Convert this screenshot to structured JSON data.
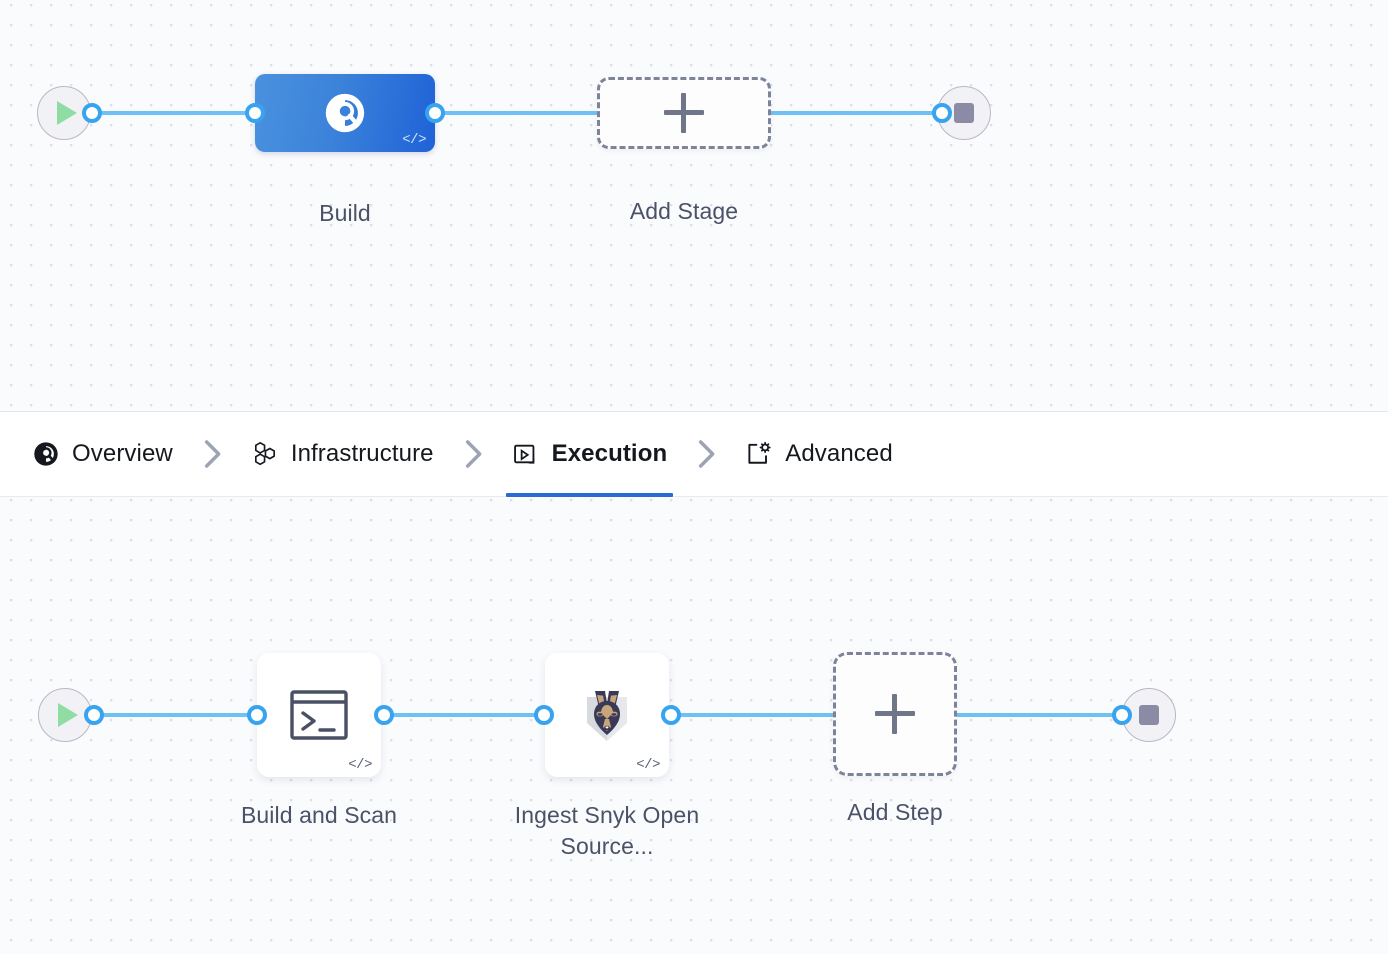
{
  "theme": {
    "canvas_bg": "#fafbfd",
    "grid_dot": "#dcdfe8",
    "wire": "#6fc1f5",
    "port_ring": "#38a4ef",
    "stage_node_from": "#4a92de",
    "stage_node_to": "#1f62d7",
    "active_tab_underline": "#2a6ad4",
    "label_text": "#4b5167",
    "start_play": "#8fdda4",
    "stop_square": "#8b8ba6"
  },
  "stage_row": {
    "start_node": {
      "icon": "play-icon",
      "label": ""
    },
    "stages": [
      {
        "name": "Build",
        "icon": "ci-build-icon",
        "badge": "</>",
        "selected": true
      }
    ],
    "add_stage": {
      "label": "Add Stage",
      "icon": "plus-icon"
    },
    "end_node": {
      "icon": "stop-icon"
    }
  },
  "tabs": {
    "items": [
      {
        "label": "Overview",
        "icon": "ci-build-icon",
        "active": false
      },
      {
        "label": "Infrastructure",
        "icon": "hexagons-icon",
        "active": false
      },
      {
        "label": "Execution",
        "icon": "play-box-icon",
        "active": true
      },
      {
        "label": "Advanced",
        "icon": "card-gear-icon",
        "active": false
      }
    ],
    "separator_icon": "chevron-right-icon"
  },
  "step_row": {
    "start_node": {
      "icon": "play-icon"
    },
    "steps": [
      {
        "name": "Build and Scan",
        "icon": "terminal-icon",
        "badge": "</>"
      },
      {
        "name": "Ingest Snyk Open Source...",
        "icon": "snyk-dog-icon",
        "badge": "</>"
      }
    ],
    "add_step": {
      "label": "Add Step",
      "icon": "plus-icon"
    },
    "end_node": {
      "icon": "stop-icon"
    }
  }
}
